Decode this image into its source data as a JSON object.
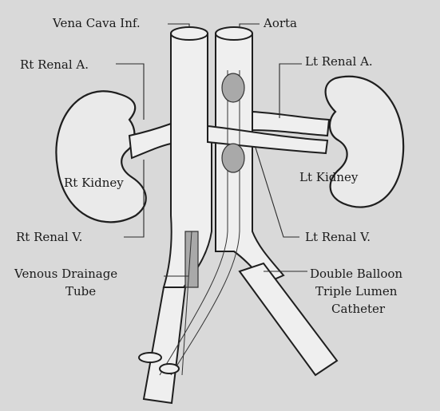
{
  "labels": {
    "vena_cava_inf": "Vena Cava Inf.",
    "aorta": "Aorta",
    "rt_renal_a": "Rt Renal A.",
    "lt_renal_a": "Lt Renal A.",
    "rt_kidney": "Rt Kidney",
    "lt_kidney": "Lt Kidney",
    "rt_renal_v": "Rt Renal V.",
    "lt_renal_v": "Lt Renal V.",
    "venous_drainage_tube_line1": "Venous Drainage",
    "venous_drainage_tube_line2": "Tube",
    "catheter_line1": "Double Balloon",
    "catheter_line2": "Triple Lumen",
    "catheter_line3": "Catheter"
  },
  "colors": {
    "background": "#d9d9d9",
    "ink": "#1e1e1e",
    "balloon": "#a9a9a9"
  }
}
